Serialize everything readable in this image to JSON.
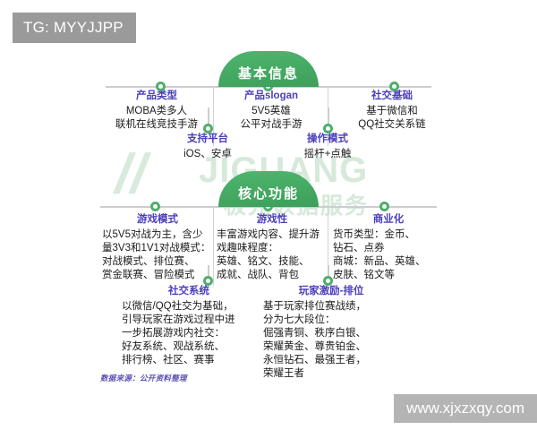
{
  "overlays": {
    "tg_tag": "TG: MYYJJPP",
    "site_tag": "www.xjxzxqy.com",
    "watermark_main": "JIGUANG",
    "watermark_sub": "极光数据服务",
    "watermark_mark": "//"
  },
  "colors": {
    "dome_green": "#44a862",
    "node_green": "#4fae6c",
    "heading_purple": "#4a3fbb",
    "body_black": "#1b1b1b",
    "rail_gray": "#cdcdcd",
    "tag_gray": "#9a9a9a",
    "site_gray": "#b4b4b4",
    "watermark_green": "#cfe6d4"
  },
  "sections": [
    {
      "id": "basic-info",
      "title": "基本信息",
      "nodes": [
        {
          "id": "product-type",
          "heading": "产品类型",
          "body": "MOBA类多人\n联机在线竞技手游"
        },
        {
          "id": "support-platform",
          "heading": "支持平台",
          "body": "iOS、安卓"
        },
        {
          "id": "product-slogan",
          "heading": "产品slogan",
          "body": "5V5英雄\n公平对战手游"
        },
        {
          "id": "control-mode",
          "heading": "操作模式",
          "body": "摇杆+点触"
        },
        {
          "id": "social-foundation",
          "heading": "社交基础",
          "body": "基于微信和\nQQ社交关系链"
        }
      ]
    },
    {
      "id": "core-function",
      "title": "核心功能",
      "nodes": [
        {
          "id": "game-mode",
          "heading": "游戏模式",
          "body": "以5V5对战为主，含少\n量3V3和1V1对战模式：\n对战模式、排位赛、\n赏金联赛、冒险模式"
        },
        {
          "id": "gameplay",
          "heading": "游戏性",
          "body": "丰富游戏内容、提升游\n戏趣味程度：\n英雄、铭文、技能、\n成就、战队、背包"
        },
        {
          "id": "monetization",
          "heading": "商业化",
          "body": "货币类型：金币、\n钻石、点券\n商城：新品、英雄、\n皮肤、铭文等"
        },
        {
          "id": "social-system",
          "heading": "社交系统",
          "body": "以微信/QQ社交为基础，\n引导玩家在游戏过程中进\n一步拓展游戏内社交：\n好友系统、观战系统、\n排行榜、社区、赛事"
        },
        {
          "id": "player-incentive-rank",
          "heading": "玩家激励-排位",
          "body": "基于玩家排位赛战绩，\n分为七大段位：\n倔强青铜、秩序白银、\n荣耀黄金、尊贵铂金、\n永恒钻石、最强王者，\n荣耀王者"
        }
      ]
    }
  ],
  "footer": {
    "source": "数据来源：公开资料整理"
  }
}
